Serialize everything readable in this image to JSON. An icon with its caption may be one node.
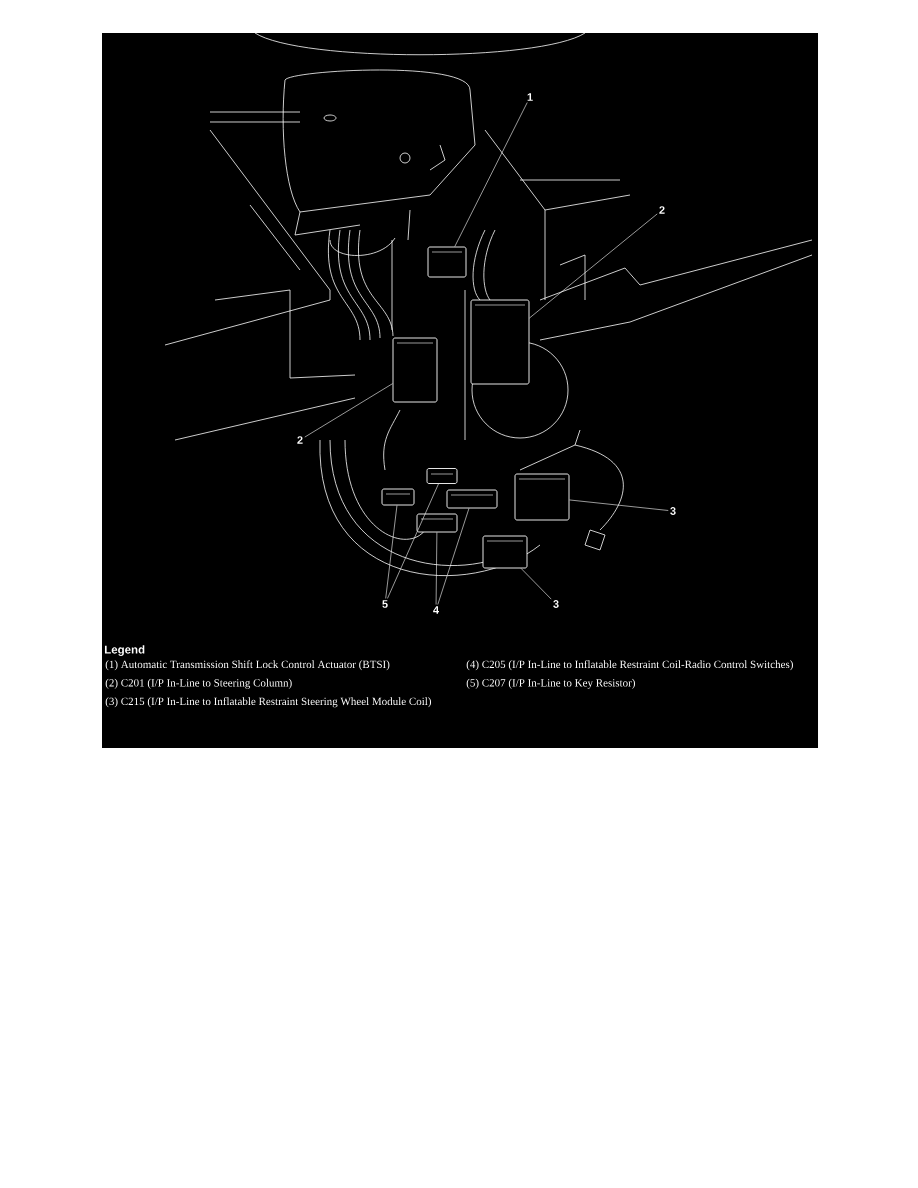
{
  "diagram": {
    "nodes": [
      {
        "text": [
          "1"
        ]
      },
      {
        "text": [
          "2"
        ]
      },
      {
        "text": [
          "2"
        ]
      },
      {
        "text": [
          "3"
        ]
      },
      {
        "text": [
          "3"
        ]
      },
      {
        "text": [
          "5"
        ]
      },
      {
        "text": [
          "4"
        ]
      },
      {
        "text": [],
        "shape": "picture"
      },
      {
        "text": [],
        "shape": "picture"
      },
      {
        "text": [],
        "shape": "picture"
      },
      {
        "text": [],
        "shape": "picture"
      },
      {
        "text": [],
        "shape": "picture"
      },
      {
        "text": [],
        "shape": "picture"
      },
      {
        "text": [],
        "shape": "picture"
      },
      {
        "text": [],
        "shape": "picture"
      },
      {
        "text": [],
        "shape": "picture"
      }
    ],
    "edges": [
      {
        "from": 0,
        "to": 7,
        "arrow": "none"
      },
      {
        "from": 1,
        "to": 8,
        "arrow": "none"
      },
      {
        "from": 2,
        "to": 9,
        "arrow": "none"
      },
      {
        "from": 3,
        "to": 10,
        "arrow": "none"
      },
      {
        "from": 4,
        "to": 11,
        "arrow": "none"
      },
      {
        "from": 5,
        "to": 12,
        "arrow": "none"
      },
      {
        "from": 5,
        "to": 13,
        "arrow": "none"
      },
      {
        "from": 6,
        "to": 14,
        "arrow": "none"
      },
      {
        "from": 6,
        "to": 15,
        "arrow": "none"
      }
    ],
    "labels": [
      "Legend",
      "(1) Automatic Transmission Shift Lock Control Actuator (BTSI)",
      "(2) C201 (I/P In-Line to Steering Column)",
      "(3) C215 (I/P In-Line to Inflatable Restraint Steering Wheel Module Coil)",
      "(4) C205 (I/P In-Line to Inflatable Restraint Coil-Radio Control Switches)",
      "(5) C207 (I/P In-Line to Key Resistor)"
    ]
  }
}
